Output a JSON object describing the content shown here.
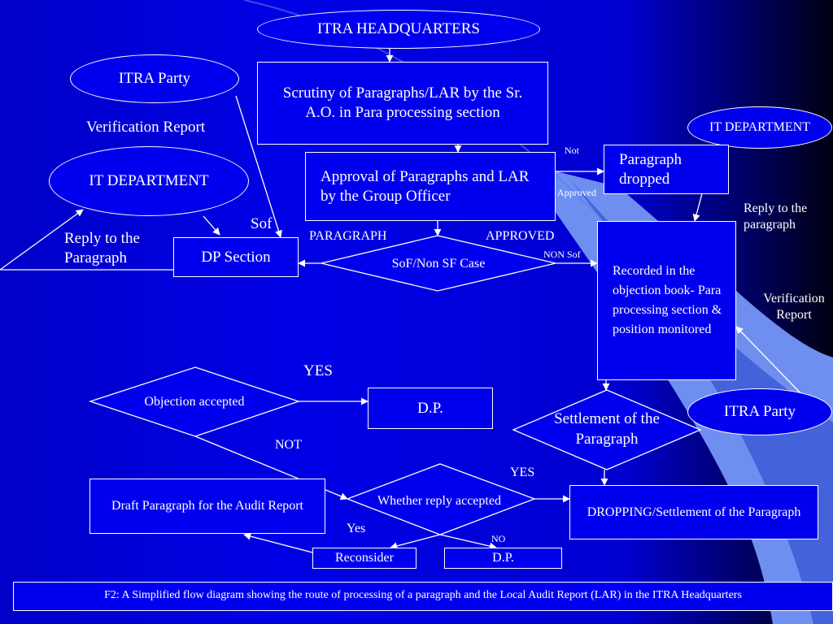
{
  "colors": {
    "background": "#0000e6",
    "node_fill": "#0000ee",
    "stroke": "#ffffff",
    "decor_light": "#6f8ff0"
  },
  "nodes": {
    "itra_headquarters": "ITRA HEADQUARTERS",
    "itra_party_top": "ITRA Party",
    "scrutiny": "Scrutiny of Paragraphs/LAR by the Sr. A.O. in Para processing section",
    "it_department_right": "IT DEPARTMENT",
    "approval": "Approval of Paragraphs and LAR by the Group Officer",
    "paragraph_dropped": "Paragraph dropped",
    "it_department_left": "IT DEPARTMENT",
    "dp_section": "DP Section",
    "sof_decision": "SoF/Non SF Case",
    "recorded": "Recorded in the objection book- Para processing section & position monitored",
    "itra_party_right": "ITRA Party",
    "objection_accepted": "Objection accepted",
    "dp_top": "D.P.",
    "settlement": "Settlement of the Paragraph",
    "draft_paragraph": "Draft Paragraph for the Audit Report",
    "whether_reply": "Whether reply accepted",
    "dropping": "DROPPING/Settlement of the Paragraph",
    "reconsider": "Reconsider",
    "dp_bottom": "D.P."
  },
  "labels": {
    "verification_report_left": "Verification Report",
    "reply_to_paragraph_left": "Reply to the Paragraph",
    "sof": "Sof",
    "paragraph": "PARAGRAPH",
    "approved_caps": "APPROVED",
    "not_small": "Not",
    "approved_small": "Approved",
    "non_sof": "NON Sof",
    "reply_to_paragraph_right": "Reply to the paragraph",
    "verification_report_right": "Verification Report",
    "yes_top": "YES",
    "not_caps": "NOT",
    "yes_mid": "YES",
    "yes_lower": "Yes",
    "no_small": "NO"
  },
  "caption": "F2: A Simplified flow diagram showing the route of processing of a paragraph and the Local Audit Report (LAR) in the ITRA Headquarters"
}
